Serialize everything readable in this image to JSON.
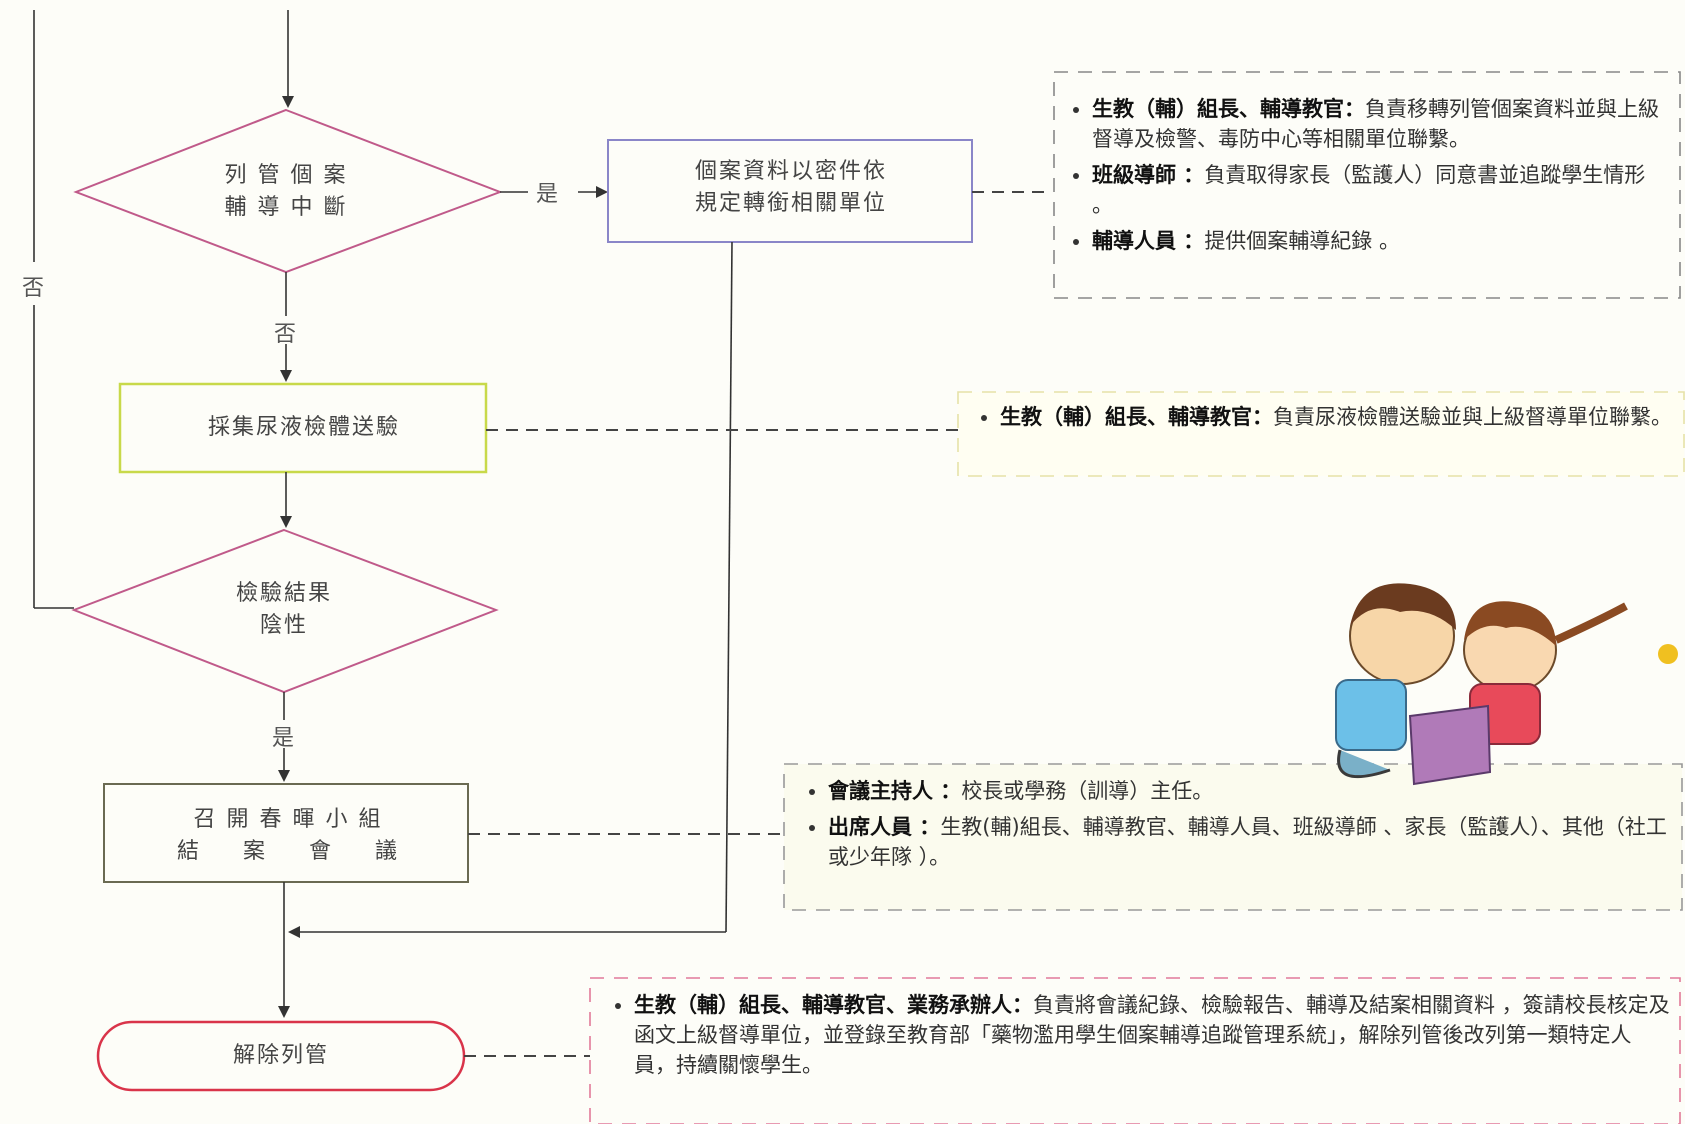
{
  "nodes": {
    "case_interrupt": "列 管 個 案\n輔 導 中 斷",
    "transfer": "個案資料以密件依\n規定轉銜相關單位",
    "urine": "採集尿液檢體送驗",
    "result": "檢驗結果\n陰性",
    "meeting": "召 開 春 暉 小 組\n結 　 案 　 會 　 議",
    "release": "解除列管"
  },
  "edge_labels": {
    "interrupt_yes": "是",
    "interrupt_no": "否",
    "left_no": "否",
    "result_yes": "是"
  },
  "notes": {
    "transfer": [
      {
        "role": "生教（輔）組長、輔導教官：",
        "text": "負責移轉列管個案資料並與上級督導及檢警、毒防中心等相關單位聯繫。"
      },
      {
        "role": "班級導師 ：",
        "text": "負責取得家長（監護人）同意書並追蹤學生情形 。"
      },
      {
        "role": "輔導人員 ：",
        "text": "提供個案輔導紀錄 。"
      }
    ],
    "urine": [
      {
        "role": "生教（輔）組長、輔導教官：",
        "text": "負責尿液檢體送驗並與上級督導單位聯繫。"
      }
    ],
    "meeting": [
      {
        "role": "會議主持人 ：",
        "text": "校長或學務（訓導）主任。"
      },
      {
        "role": "出席人員 ：",
        "text": "生教(輔)組長、輔導教官、輔導人員、班級導師 、家長（監護人）、其他（社工或少年隊 ）。"
      }
    ],
    "release": [
      {
        "role": "生教（輔）組長、輔導教官、業務承辦人：",
        "text": "負責將會議紀錄、檢驗報告、輔導及結案相關資料 ，簽請校長核定及函文上級督導單位，並登錄至教育部「藥物濫用學生個案輔導追蹤管理系統」，解除列管後改列第一類特定人員，持續關懷學生。"
      }
    ]
  }
}
